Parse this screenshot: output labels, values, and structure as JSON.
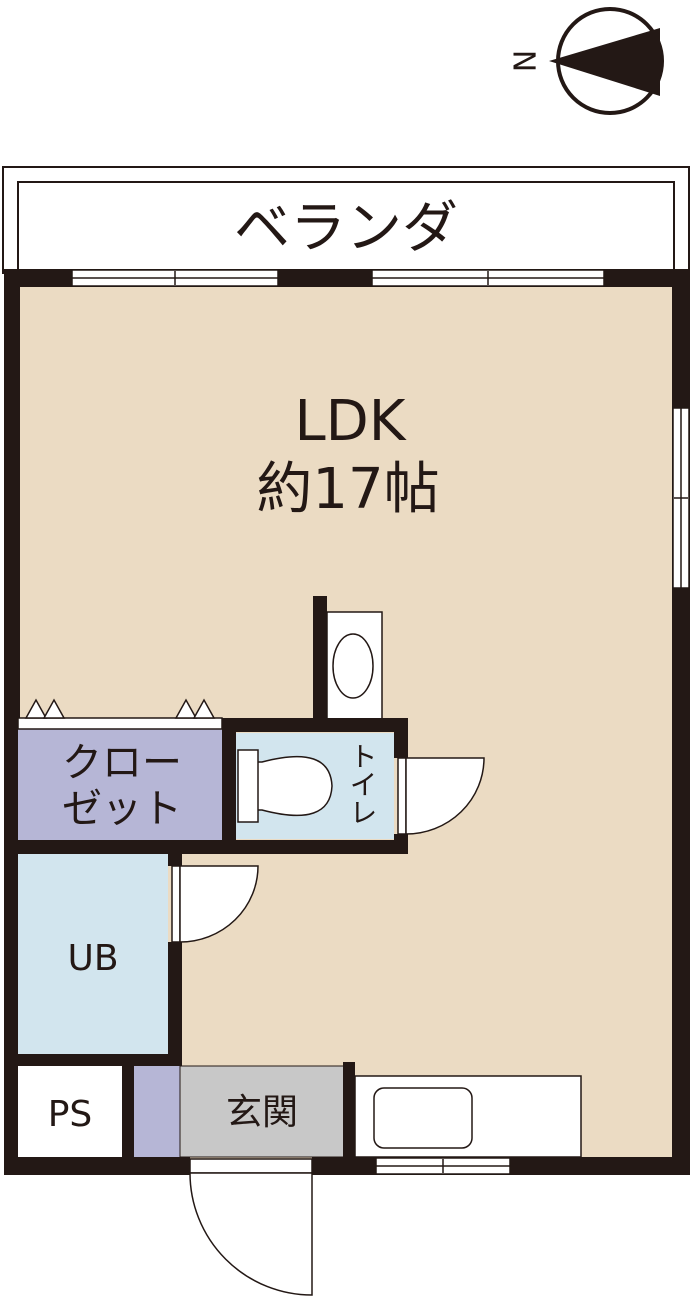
{
  "compass": {
    "letter": "N"
  },
  "rooms": {
    "veranda": {
      "label": "ベランダ"
    },
    "ldk": {
      "label": "LDK",
      "area": "約17帖"
    },
    "closet": {
      "line1": "クロー",
      "line2": "ゼット"
    },
    "toilet": {
      "label": "トイレ"
    },
    "bath": {
      "label": "UB"
    },
    "ps": {
      "label": "PS"
    },
    "entrance": {
      "label": "玄関"
    }
  },
  "colors": {
    "wall": "#231815",
    "ldk_floor": "#ebdbc3",
    "closet_floor": "#b6b6d6",
    "wet_floor": "#d2e5ee",
    "entrance_floor": "#c8c8c8"
  }
}
